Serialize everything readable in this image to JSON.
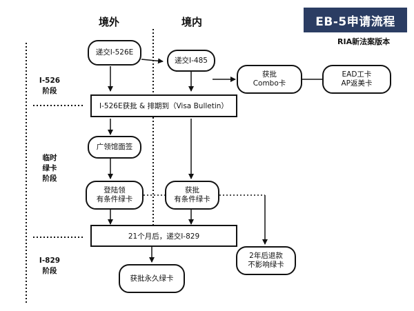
{
  "header": {
    "title": "EB-5申请流程",
    "subtitle": "RIA新法案版本",
    "col_outside": "境外",
    "col_inside": "境内"
  },
  "stages": {
    "i526": "I-526\n阶段",
    "conditional": "临时\n绿卡\n阶段",
    "i829": "I-829\n阶段"
  },
  "nodes": {
    "file_i526e": "递交I-526E",
    "file_i485": "递交I-485",
    "approved_combo": "获批\nCombo卡",
    "ead_ap": "EAD工卡\nAP返美卡",
    "i526e_approved": "I-526E获批 & 排期到（Visa Bulletin）",
    "consulate_interview": "广领馆面签",
    "land_collect": "登陆领\n有条件绿卡",
    "approved_conditional": "获批\n有条件绿卡",
    "after_21_months": "21个月后，递交I-829",
    "refund_after_2y": "2年后退款\n不影响绿卡",
    "approved_permanent": "获批永久绿卡"
  },
  "colors": {
    "title_bg": "#2b3d63",
    "line": "#111111"
  }
}
